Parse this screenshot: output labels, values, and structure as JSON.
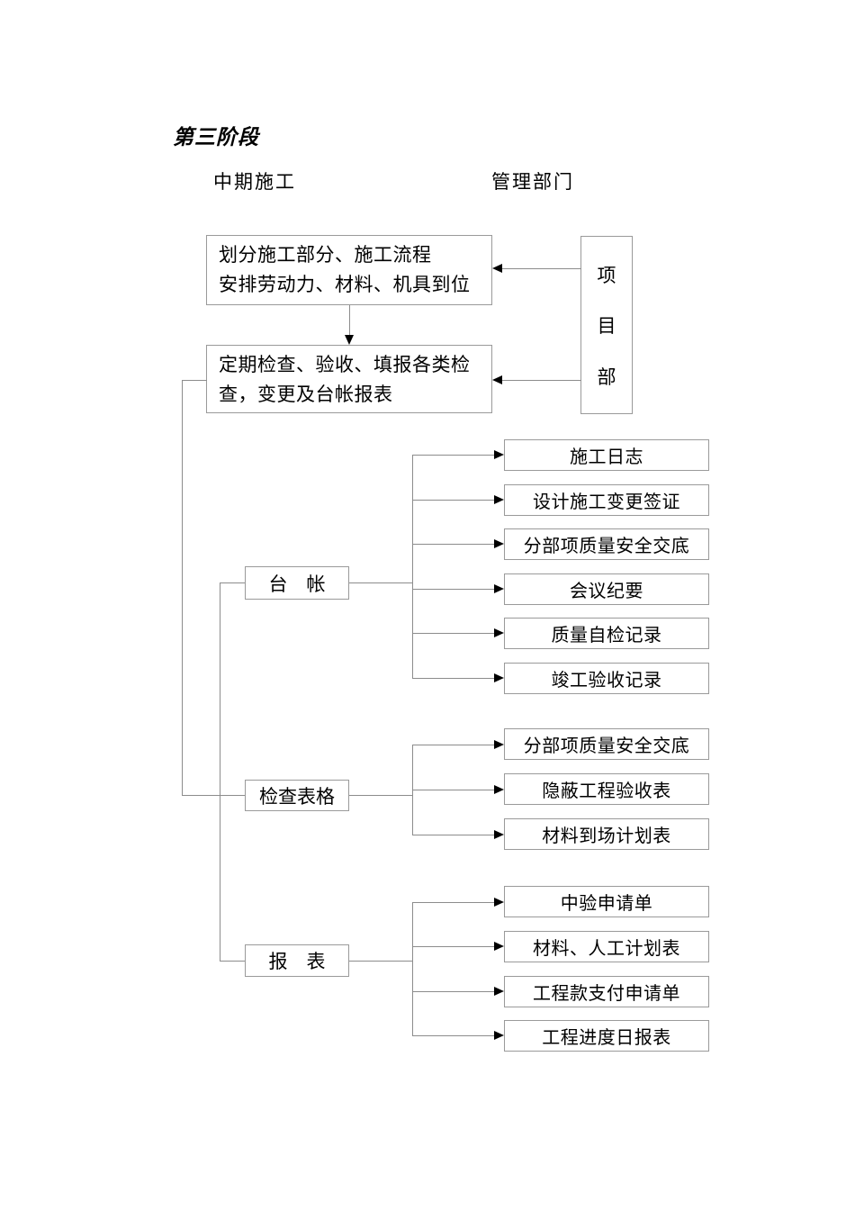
{
  "page": {
    "title": "第三阶段",
    "columns": {
      "left": "中期施工",
      "right": "管理部门"
    }
  },
  "flow": {
    "step1": {
      "line1": "划分施工部分、施工流程",
      "line2": "安排劳动力、材料、机具到位"
    },
    "step2": {
      "line1": "定期检查、验收、填报各类检",
      "line2": "查，变更及台帐报表"
    },
    "manager": [
      "项",
      "目",
      "部"
    ],
    "groups": [
      {
        "label": "台　帐",
        "items": [
          "施工日志",
          "设计施工变更签证",
          "分部项质量安全交底",
          "会议纪要",
          "质量自检记录",
          "竣工验收记录"
        ]
      },
      {
        "label": "检查表格",
        "items": [
          "分部项质量安全交底",
          "隐蔽工程验收表",
          "材料到场计划表"
        ]
      },
      {
        "label": "报　表",
        "items": [
          "中验申请单",
          "材料、人工计划表",
          "工程款支付申请单",
          "工程进度日报表"
        ]
      }
    ]
  },
  "colors": {
    "line": "#8c8c8c",
    "box_border": "#9a9a9a",
    "arrowhead": "#000000",
    "text": "#000000",
    "background": "#ffffff"
  }
}
